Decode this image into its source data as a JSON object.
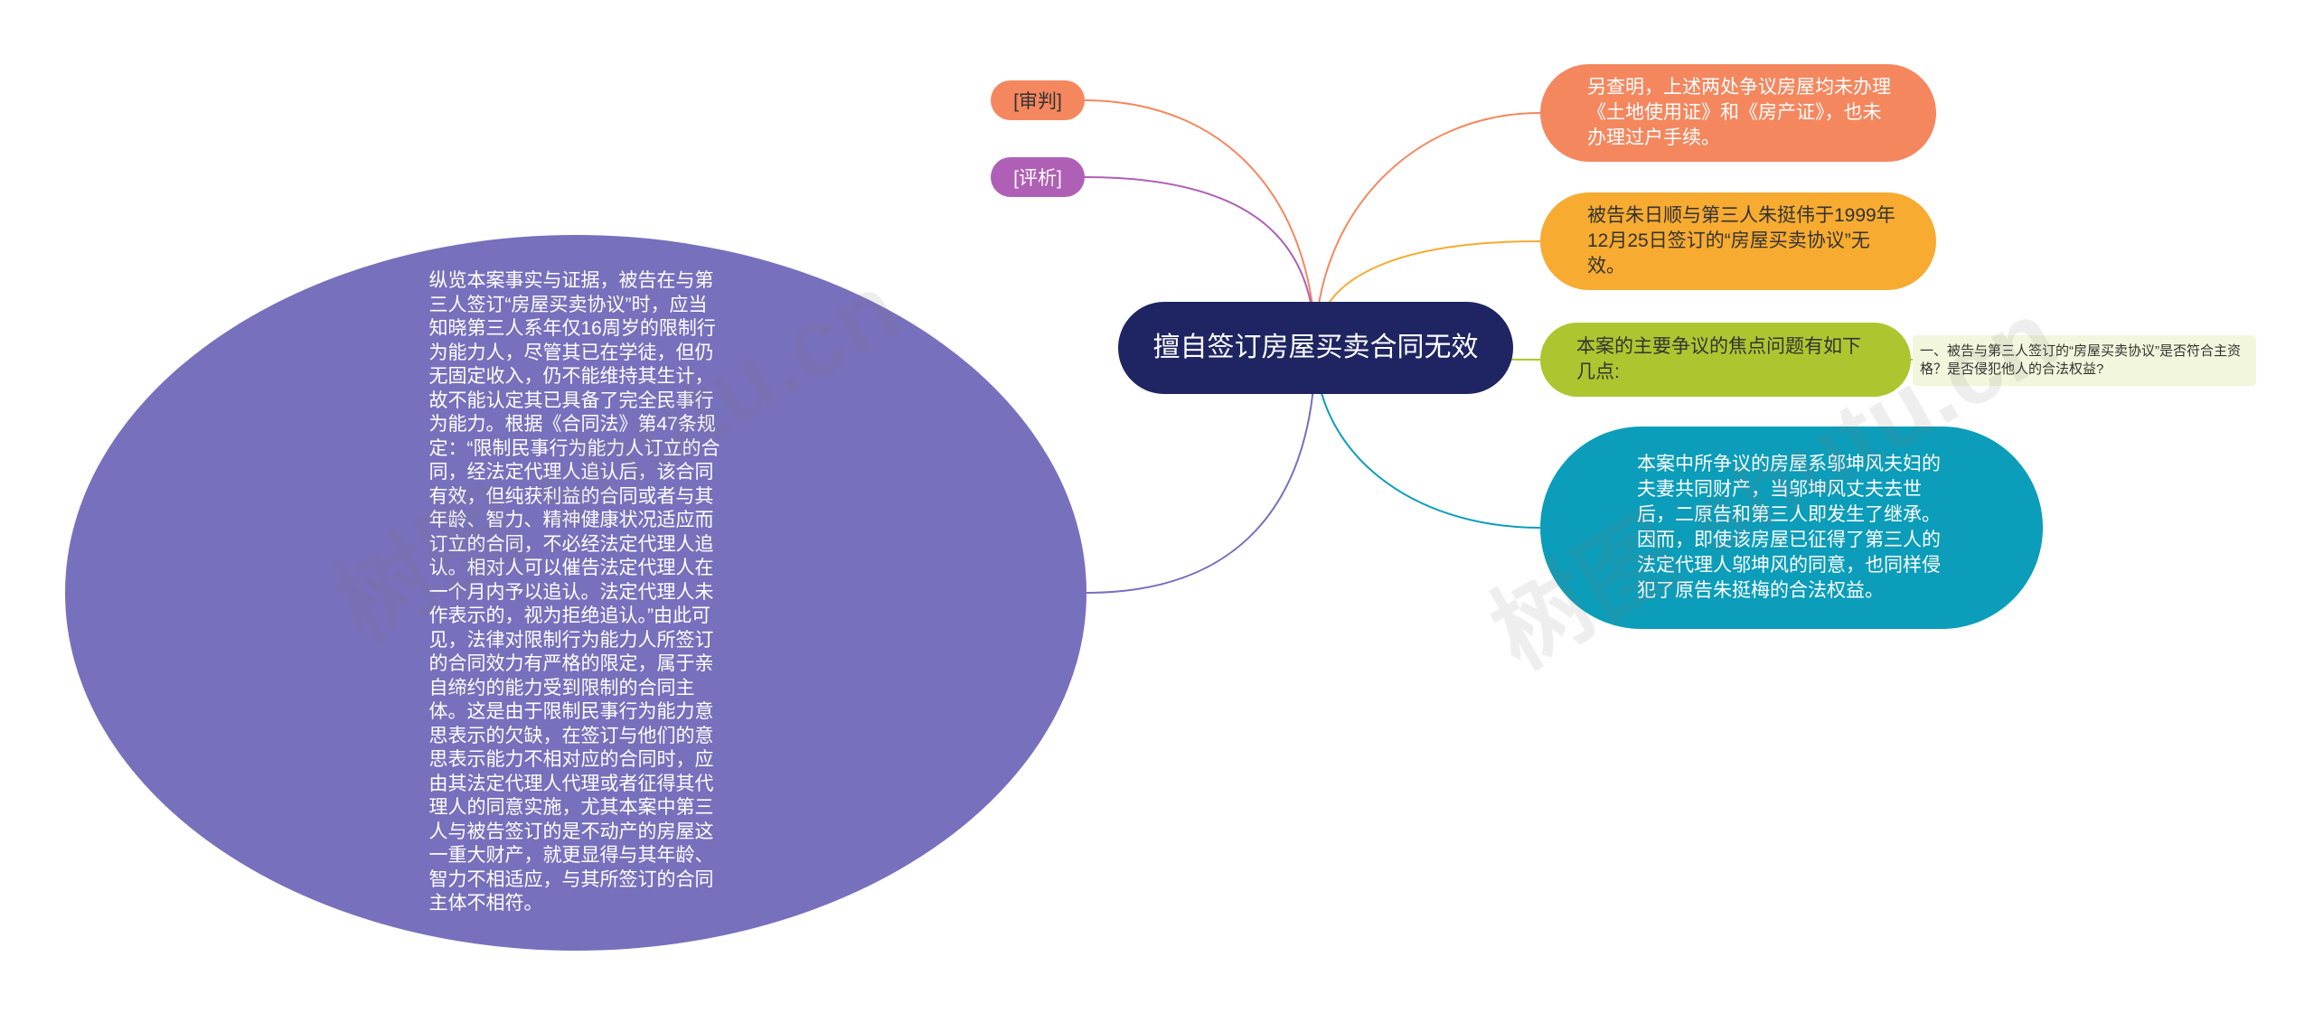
{
  "root": {
    "title": "擅自签订房屋买卖合同无效"
  },
  "tags": {
    "shenpan": "[审判]",
    "pingxi": "[评析]"
  },
  "analysis": {
    "text": "纵览本案事实与证据，被告在与第三人签订“房屋买卖协议”时，应当知晓第三人系年仅16周岁的限制行为能力人，尽管其已在学徒，但仍无固定收入，仍不能维持其生计，故不能认定其已具备了完全民事行为能力。根据《合同法》第47条规定：“限制民事行为能力人订立的合同，经法定代理人追认后，该合同有效，但纯获利益的合同或者与其年龄、智力、精神健康状况适应而订立的合同，不必经法定代理人追认。相对人可以催告法定代理人在一个月内予以追认。法定代理人未作表示的，视为拒绝追认。”由此可见，法律对限制行为能力人所签订的合同效力有严格的限定，属于亲自缔约的能力受到限制的合同主体。这是由于限制民事行为能力意思表示的欠缺，在签订与他们的意思表示能力不相对应的合同时，应由其法定代理人代理或者征得其代理人的同意实施，尤其本案中第三人与被告签订的是不动产的房屋这一重大财产，就更显得与其年龄、智力不相适应，与其所签订的合同主体不相符。"
  },
  "branches": {
    "orange": "另查明，上述两处争议房屋均未办理《土地使用证》和《房产证》，也未办理过户手续。",
    "yellow": "被告朱日顺与第三人朱挺伟于1999年12月25日签订的“房屋买卖协议”无效。",
    "green": "本案的主要争议的焦点问题有如下几点:",
    "green_leaf": "一、被告与第三人签订的“房屋买卖协议”是否符合主资格？是否侵犯他人的合法权益?",
    "teal": "本案中所争议的房屋系邬坤风夫妇的夫妻共同财产，当邬坤风丈夫去世后，二原告和第三人即发生了继承。因而，即使该房屋已征得了第三人的法定代理人邬坤风的同意，也同样侵犯了原告朱挺梅的合法权益。"
  },
  "watermarks": [
    "树图 shutu.cn",
    "树图 shutu.cn"
  ],
  "colors": {
    "root": "#1e2562",
    "orange": "#f5875f",
    "purple": "#b05fb6",
    "analysis": "#7770bd",
    "yellow": "#f7ab30",
    "green": "#adc62f",
    "teal": "#0b9dba"
  }
}
